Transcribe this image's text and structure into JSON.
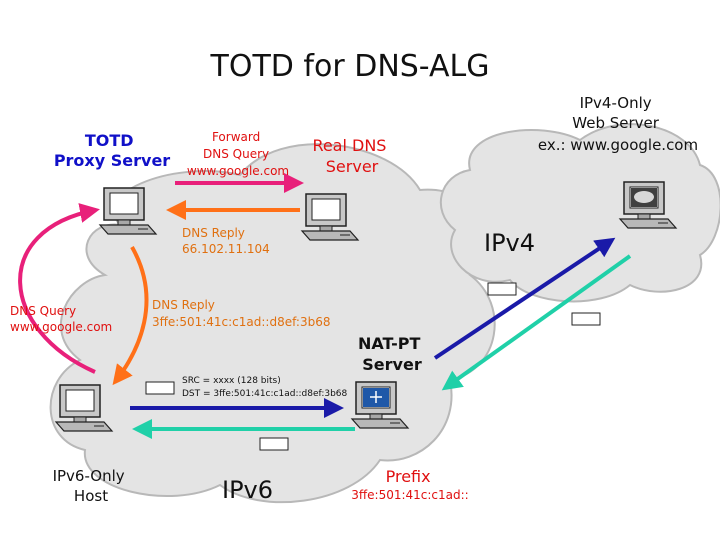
{
  "title": "TOTD for DNS-ALG",
  "nodes": {
    "totd": {
      "line1": "TOTD",
      "line2": "Proxy Server"
    },
    "real_dns": {
      "line1": "Real DNS",
      "line2": "Server"
    },
    "web_server": {
      "line1": "IPv4-Only",
      "line2": "Web Server",
      "line3": "ex.: www.google.com"
    },
    "natpt": {
      "line1": "NAT-PT",
      "line2": "Server"
    },
    "host": {
      "line1": "IPv6-Only",
      "line2": "Host"
    }
  },
  "clouds": {
    "ipv4": "IPv4",
    "ipv6": "IPv6"
  },
  "labels": {
    "forward": {
      "line1": "Forward",
      "line2": "DNS Query",
      "line3": "www.google.com"
    },
    "reply_v4": {
      "line1": "DNS Reply",
      "line2": "66.102.11.104"
    },
    "query": {
      "line1": "DNS Query",
      "line2": "www.google.com"
    },
    "reply_v6": {
      "line1": "DNS Reply",
      "line2": "3ffe:501:41c:c1ad::d8ef:3b68"
    },
    "packet": {
      "line1": "SRC = xxxx (128 bits)",
      "line2": "DST = 3ffe:501:41c:c1ad::d8ef:3b68"
    },
    "prefix": {
      "line1": "Prefix",
      "line2": "3ffe:501:41c:c1ad::"
    }
  },
  "colors": {
    "blue_label": "#1010c8",
    "red_label": "#e01010",
    "pink_arrow": "#e8207a",
    "orange_arrow": "#ff7018",
    "navy_arrow": "#1a1aa8",
    "teal_arrow": "#20d0a8",
    "cloud_fill": "#e4e4e4",
    "cloud_stroke": "#b8b8b8"
  }
}
